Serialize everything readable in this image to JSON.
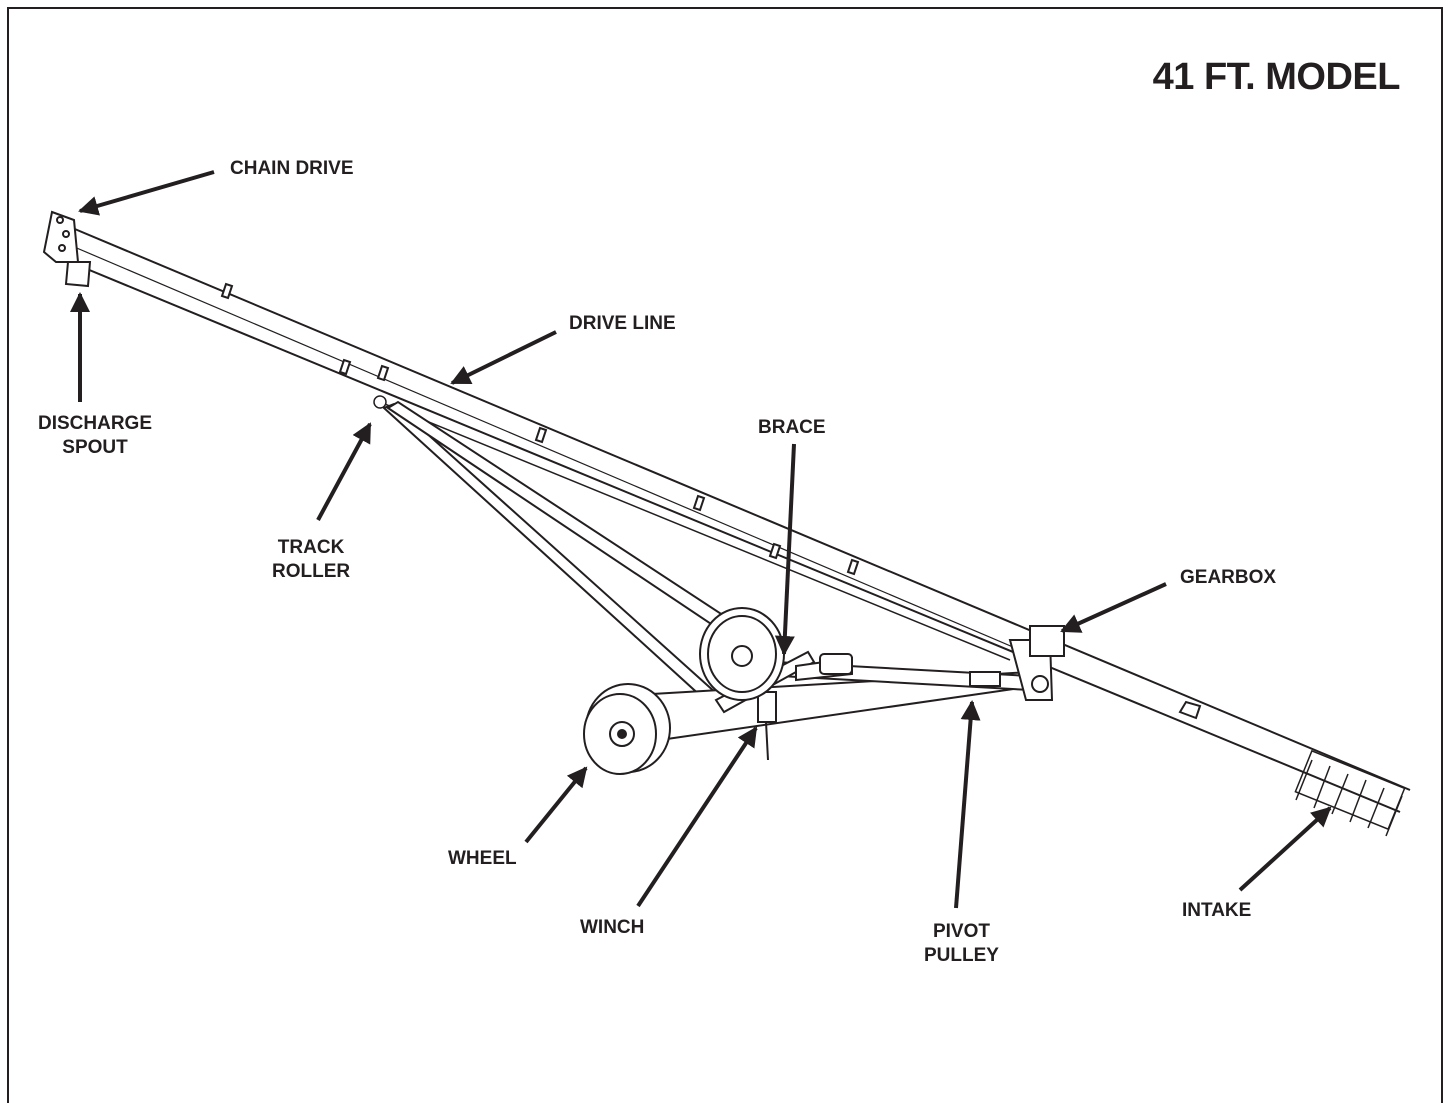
{
  "title": "41 FT. MODEL",
  "labels": {
    "chain_drive": "CHAIN DRIVE",
    "drive_line": "DRIVE LINE",
    "discharge_spout": [
      "DISCHARGE",
      "SPOUT"
    ],
    "brace": "BRACE",
    "track_roller": [
      "TRACK",
      "ROLLER"
    ],
    "gearbox": "GEARBOX",
    "wheel": "WHEEL",
    "winch": "WINCH",
    "pivot_pulley": [
      "PIVOT",
      "PULLEY"
    ],
    "intake": "INTAKE"
  },
  "colors": {
    "line": "#231f20",
    "background": "#ffffff"
  }
}
